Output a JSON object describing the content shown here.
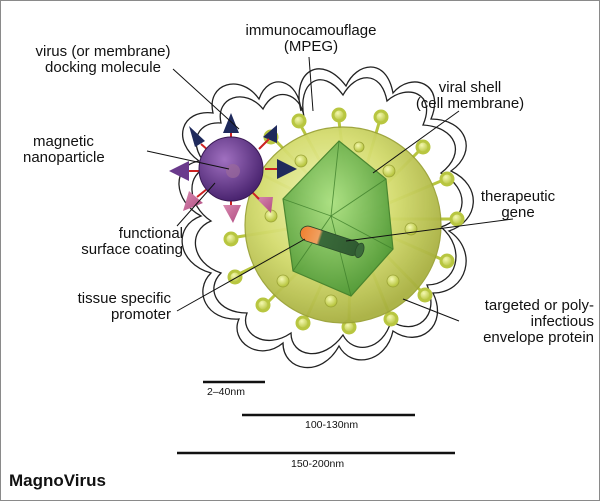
{
  "title": "MagnoVirus",
  "labels": {
    "docking_molecule": [
      "virus (or membrane)",
      "docking molecule"
    ],
    "immunocamouflage": [
      "immunocamouflage",
      "(MPEG)"
    ],
    "viral_shell": [
      "viral shell",
      "(cell membrane)"
    ],
    "magnetic_nanoparticle": [
      "magnetic",
      "nanoparticle"
    ],
    "therapeutic_gene": [
      "therapeutic",
      "gene"
    ],
    "functional_surface_coating": [
      "functional",
      "surface coating"
    ],
    "tissue_specific_promoter": [
      "tissue specific",
      "promoter"
    ],
    "envelope_protein": [
      "targeted or poly-",
      "infectious",
      "envelope protein"
    ]
  },
  "scale_bars": [
    {
      "label": "2–40nm"
    },
    {
      "label": "100-130nm"
    },
    {
      "label": "150-200nm"
    }
  ],
  "colors": {
    "shell": "#c8d45a",
    "capsid": "#6fbf4a",
    "nanoparticle": "#6a3a8c",
    "arrow": "#1f2a5c",
    "gene": "#3a6a3a",
    "promoter": "#e07030"
  }
}
